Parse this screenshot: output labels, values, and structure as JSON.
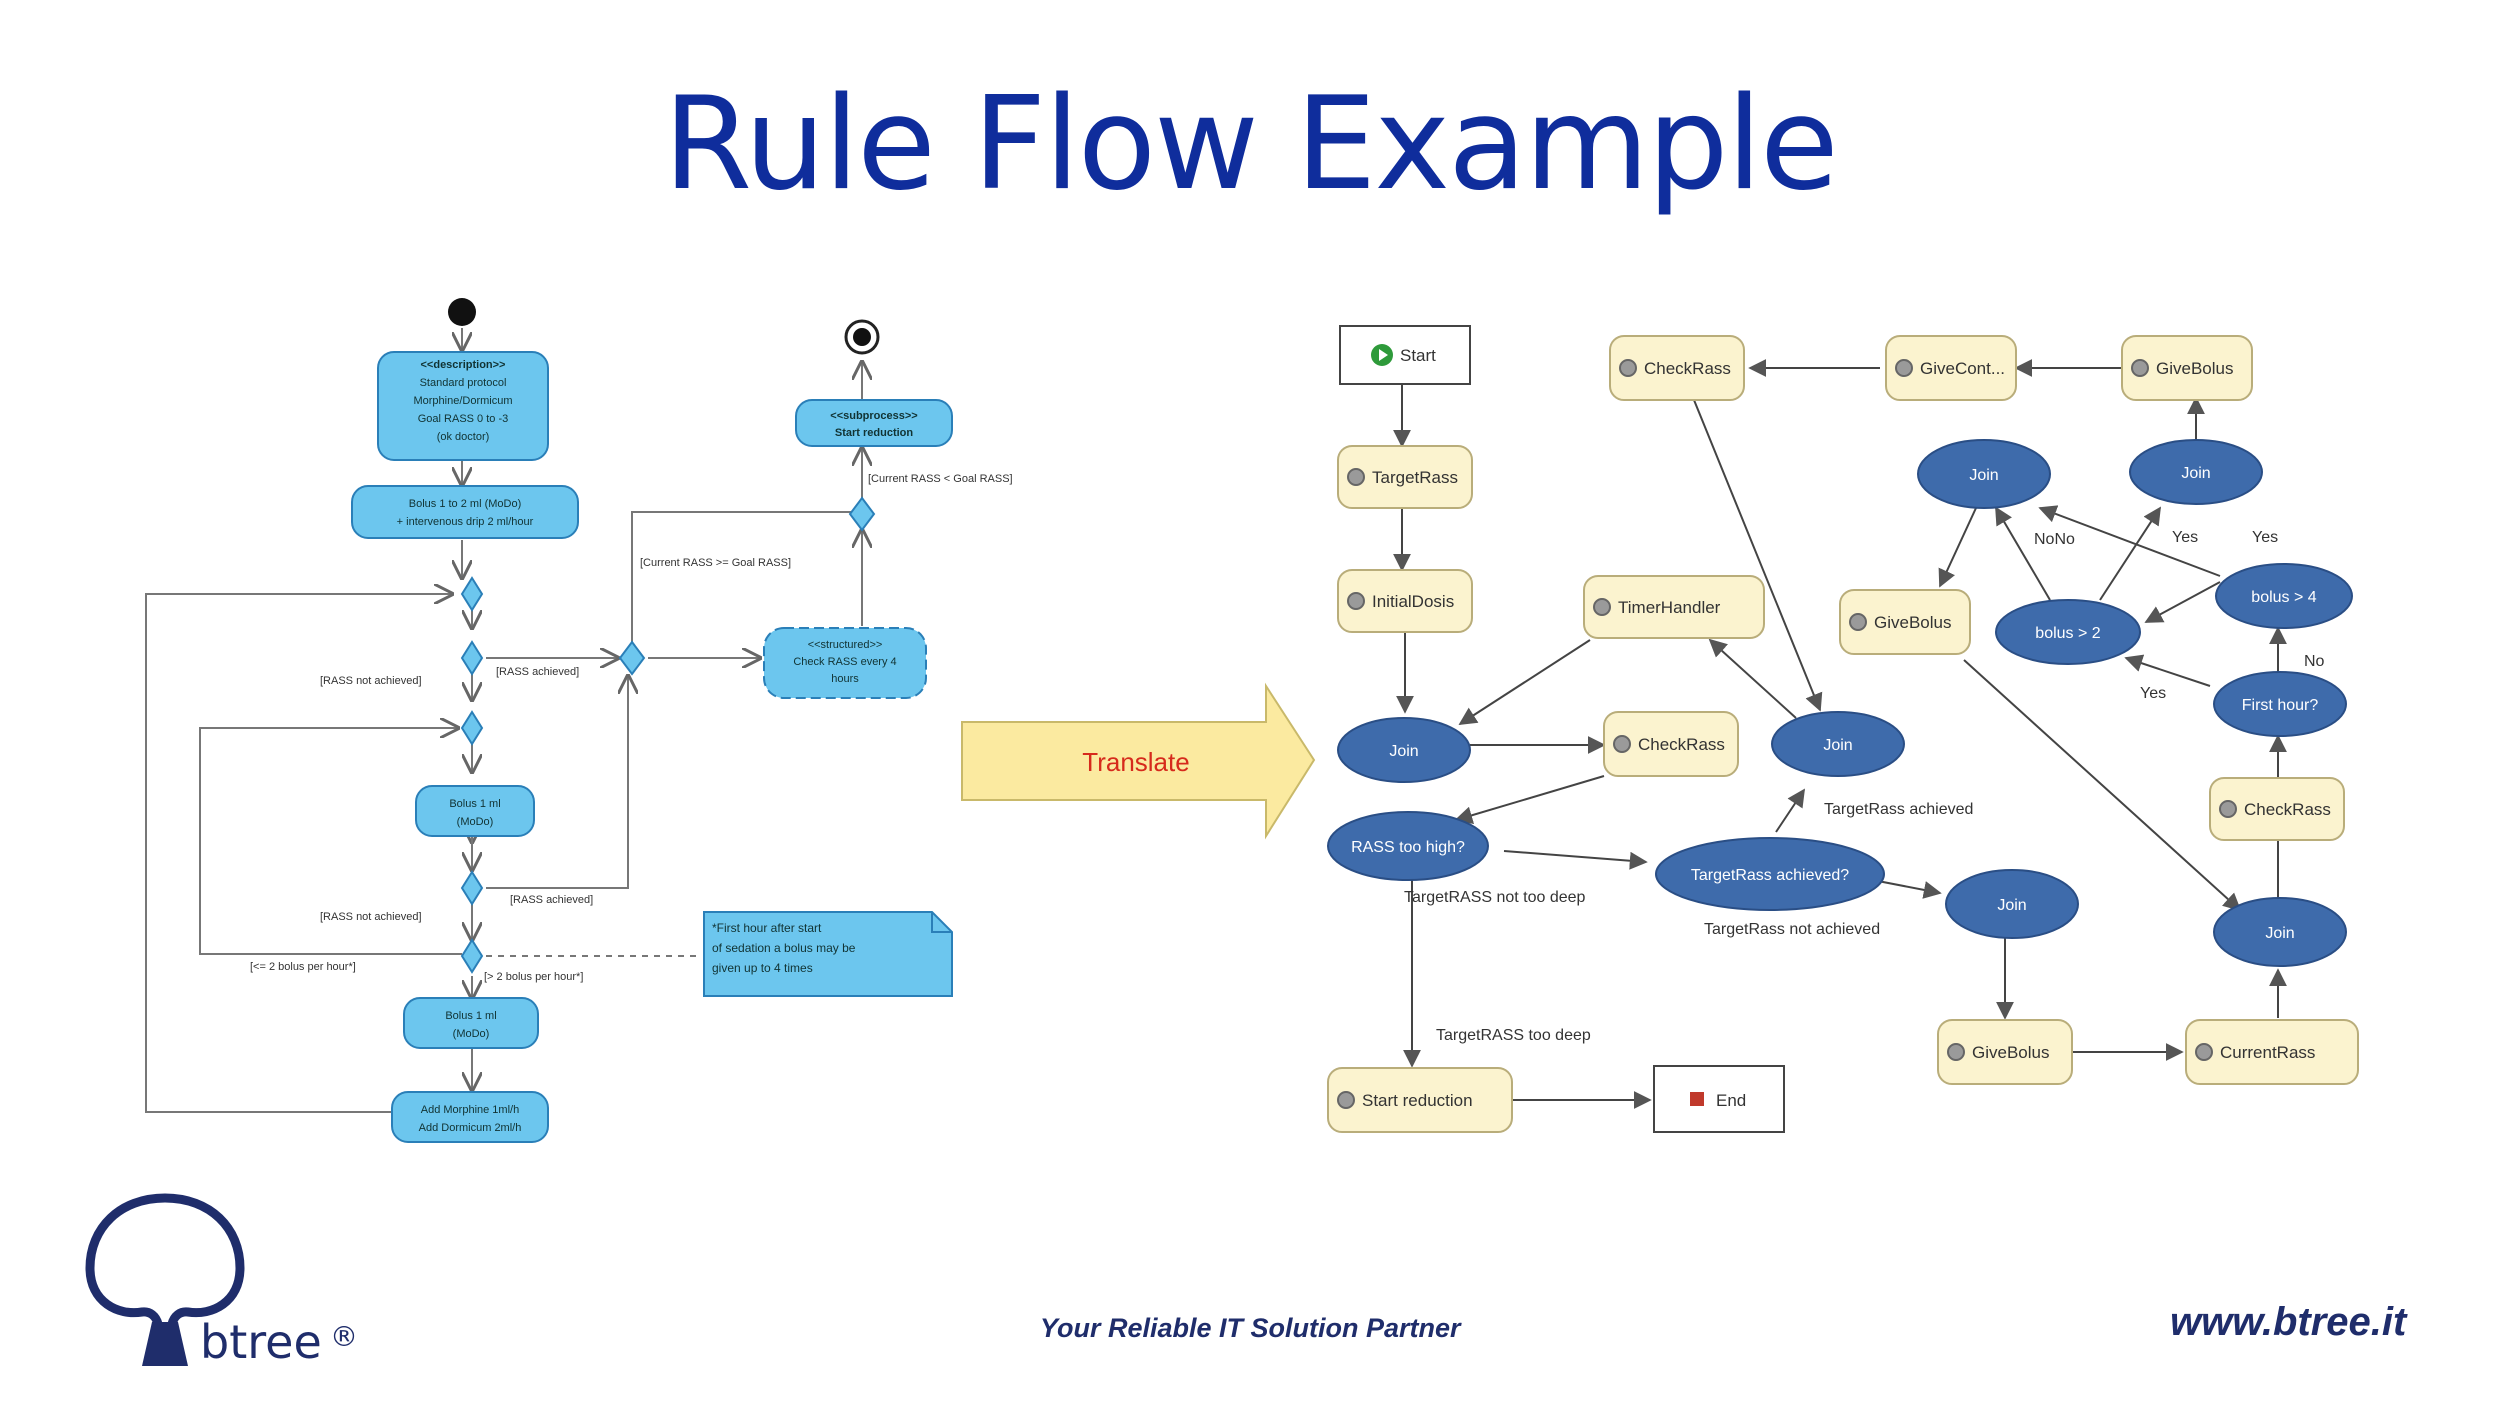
{
  "title": "Rule Flow Example",
  "tagline": "Your Reliable IT Solution Partner",
  "website": "www.btree.it",
  "logo": {
    "text": "btree",
    "registered": "®"
  },
  "translate_label": "Translate",
  "left_diagram": {
    "nodes": {
      "description": [
        "<<description>>",
        "Standard protocol",
        "Morphine/Dormicum",
        "Goal RASS 0 to -3",
        "(ok doctor)"
      ],
      "bolus1": [
        "Bolus 1 to 2 ml (MoDo)",
        "+ intervenous drip 2 ml/hour"
      ],
      "structured": [
        "<<structured>>",
        "Check RASS every 4",
        "hours"
      ],
      "subprocess": [
        "<<subprocess>>",
        "Start reduction"
      ],
      "bolus2": [
        "Bolus 1 ml",
        "(MoDo)"
      ],
      "bolus3": [
        "Bolus 1 ml",
        "(MoDo)"
      ],
      "add": [
        "Add Morphine 1ml/h",
        "Add Dormicum 2ml/h"
      ],
      "note": [
        "*First hour after start",
        "of sedation a bolus may be",
        "given up to 4 times"
      ]
    },
    "labels": {
      "current_ge_goal": "[Current RASS >= Goal RASS]",
      "current_lt_goal": "[Current RASS < Goal RASS]",
      "rass_achieved_1": "[RASS achieved]",
      "rass_not_achieved_1": "[RASS not achieved]",
      "rass_achieved_2": "[RASS achieved]",
      "rass_not_achieved_2": "[RASS not achieved]",
      "le2": "[<= 2 bolus per hour*]",
      "gt2": "[> 2 bolus per hour*]"
    }
  },
  "right_diagram": {
    "nodes": {
      "start": "Start",
      "end": "End",
      "target_rass": "TargetRass",
      "initial_dosis": "InitialDosis",
      "timer_handler": "TimerHandler",
      "check_rass_top": "CheckRass",
      "give_cont": "GiveCont...",
      "give_bolus_top": "GiveBolus",
      "give_bolus_mid": "GiveBolus",
      "check_rass_mid": "CheckRass",
      "check_rass_right": "CheckRass",
      "start_reduction": "Start reduction",
      "give_bolus_bottom": "GiveBolus",
      "current_rass": "CurrentRass",
      "join1": "Join",
      "join2": "Join",
      "join3": "Join",
      "join4": "Join",
      "join5": "Join",
      "join6": "Join",
      "rass_too_high": "RASS too high?",
      "target_achieved": "TargetRass achieved?",
      "bolus_gt2": "bolus > 2",
      "bolus_gt4": "bolus > 4",
      "first_hour": "First hour?"
    },
    "labels": {
      "not_too_deep": "TargetRASS not too deep",
      "too_deep": "TargetRASS too deep",
      "achieved": "TargetRass achieved",
      "not_achieved": "TargetRass not achieved",
      "nono": "NoNo",
      "yes1": "Yes",
      "yes2": "Yes",
      "yes3": "Yes",
      "no": "No"
    }
  },
  "colors": {
    "title": "#0f2d9c",
    "uml_fill": "#6cc6ee",
    "uml_stroke": "#2a7fb8",
    "task_fill": "#fbf3cf",
    "task_stroke": "#b9ad7a",
    "join_fill": "#3e6bab",
    "arrow_fill": "#fbeaa0",
    "translate_text": "#d62a1c"
  }
}
